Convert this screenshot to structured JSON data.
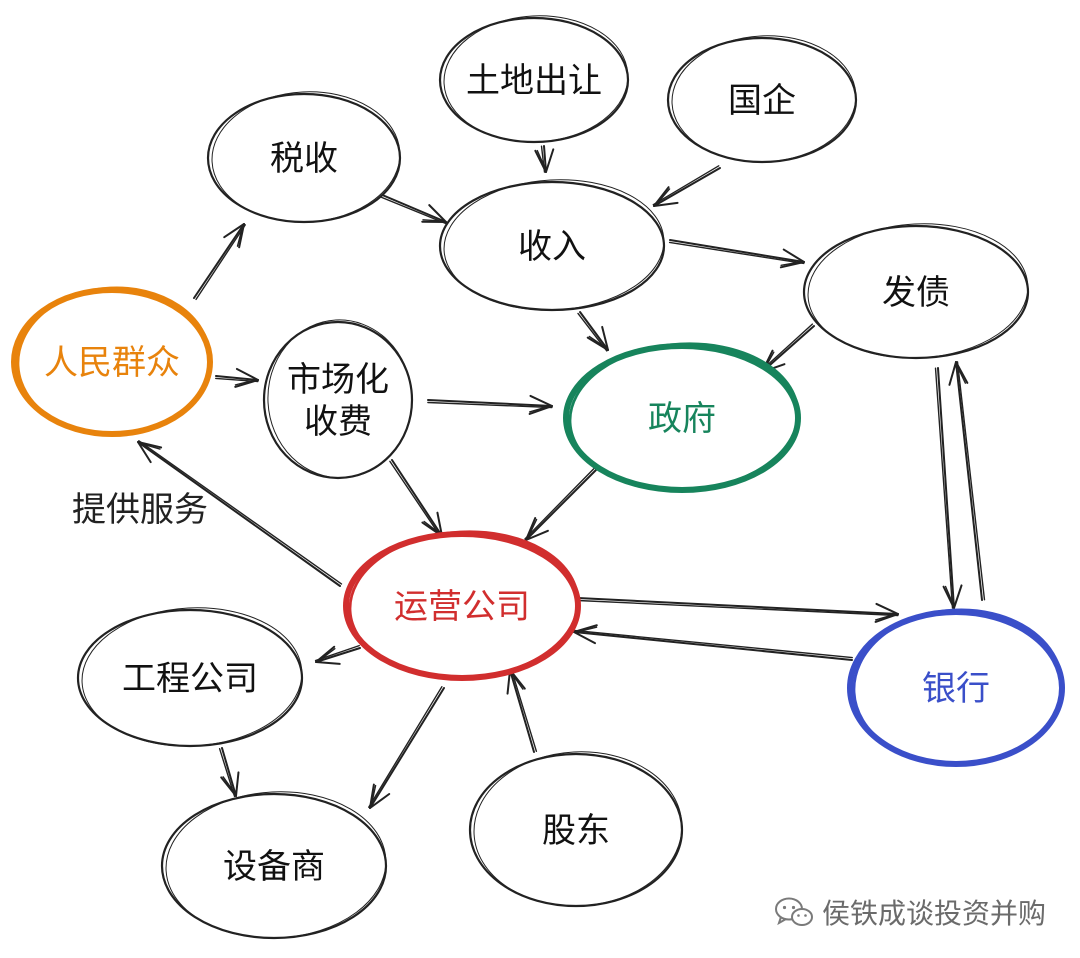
{
  "colors": {
    "default": "#222222",
    "people": "#E8830C",
    "government": "#17845C",
    "operator": "#D12E2E",
    "bank": "#3A4FC9",
    "watermark": "#6b6b6b"
  },
  "nodes": {
    "land": {
      "text": [
        "土地出让"
      ]
    },
    "soe": {
      "text": [
        "国企"
      ]
    },
    "tax": {
      "text": [
        "税收"
      ]
    },
    "income": {
      "text": [
        "收入"
      ]
    },
    "bond": {
      "text": [
        "发债"
      ]
    },
    "people": {
      "text": [
        "人民群众"
      ]
    },
    "market_fee": {
      "text": [
        "市场化",
        "收费"
      ]
    },
    "government": {
      "text": [
        "政府"
      ]
    },
    "operator": {
      "text": [
        "运营公司"
      ]
    },
    "engineering": {
      "text": [
        "工程公司"
      ]
    },
    "bank": {
      "text": [
        "银行"
      ]
    },
    "equipment": {
      "text": [
        "设备商"
      ]
    },
    "shareholder": {
      "text": [
        "股东"
      ]
    }
  },
  "edge_label": "提供服务",
  "watermark": {
    "text": "侯铁成谈投资并购",
    "icon": "wechat-icon"
  }
}
